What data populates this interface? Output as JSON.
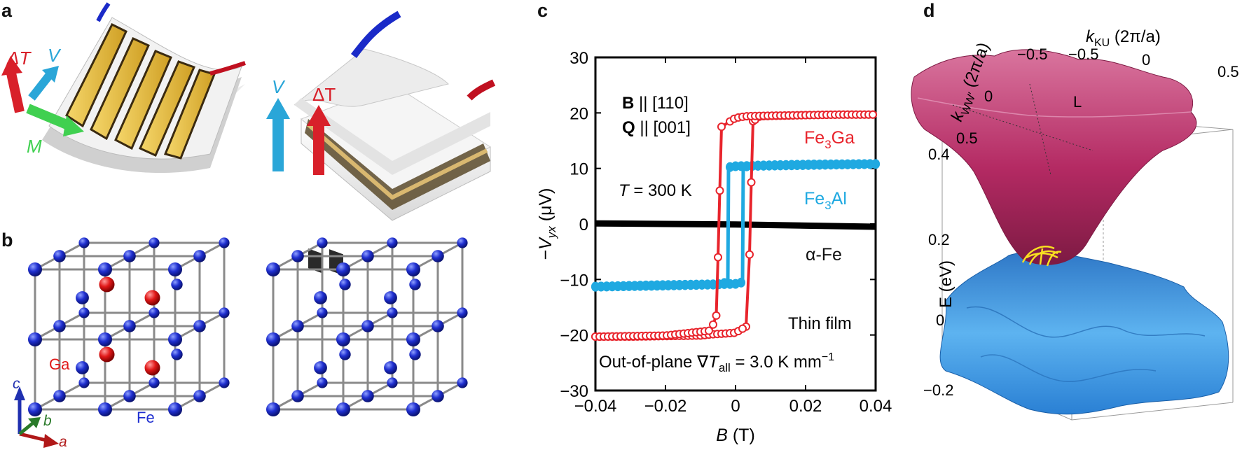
{
  "panels": {
    "a": {
      "letter": "a",
      "left_labels": {
        "dT": "ΔT",
        "V": "V",
        "M": "M"
      },
      "right_labels": {
        "V": "V",
        "dT": "ΔT"
      }
    },
    "b": {
      "letter": "b",
      "atom_labels": {
        "ga": "Ga",
        "fe": "Fe"
      },
      "axes": {
        "a": "a",
        "b": "b",
        "c": "c"
      }
    },
    "c": {
      "letter": "c"
    },
    "d": {
      "letter": "d",
      "axis_k_ku": "k",
      "axis_k_ku_sub": "KU",
      "axis_k_ku_unit": " (2π/a)",
      "axis_k_ww": "k",
      "axis_k_ww_sub": "WW′",
      "axis_k_ww_unit": " (2π/a)",
      "k_ku_ticks": [
        "−0.5",
        "0",
        "0.5"
      ],
      "k_ww_ticks": [
        "−0.5",
        "0",
        "0.5"
      ],
      "e_ticks": [
        "0.4",
        "0.2",
        "0",
        "−0.2"
      ],
      "e_label": "E (eV)",
      "point_label": "L"
    }
  },
  "colors": {
    "fe3ga": "#e8242c",
    "fe3al": "#1fa9e1",
    "alpha_fe": "#000000",
    "fe_atom": "#1f2fd0",
    "ga_atom": "#e01818",
    "gold": "#e9c23f",
    "surface_upper": "#c03470",
    "surface_lower": "#3d9de0"
  },
  "chart_data": {
    "type": "line",
    "xlabel": "B (T)",
    "ylabel": "−V_yx (μV)",
    "xlim": [
      -0.04,
      0.04
    ],
    "ylim": [
      -30,
      30
    ],
    "x_ticks": [
      -0.04,
      -0.02,
      0,
      0.02,
      0.04
    ],
    "x_tick_labels": [
      "−0.04",
      "−0.02",
      "0",
      "0.02",
      "0.04"
    ],
    "y_ticks": [
      -30,
      -20,
      -10,
      0,
      10,
      20,
      30
    ],
    "y_tick_labels": [
      "−30",
      "−20",
      "−10",
      "0",
      "10",
      "20",
      "30"
    ],
    "grid": false,
    "annotations": {
      "b_dir": "B || [110]",
      "q_dir": "Q || [001]",
      "temp": "T = 300 K",
      "film": "Thin film",
      "gradient": "Out-of-plane ∇T_all = 3.0 K mm⁻¹"
    },
    "series": [
      {
        "name": "Fe3Ga",
        "label_main": "Fe",
        "label_sub": "3",
        "label_tail": "Ga",
        "style": "open-circles",
        "sweep_up": {
          "x": [
            -0.04,
            -0.03,
            -0.02,
            -0.01,
            -0.007,
            0.0,
            0.003,
            0.004,
            0.0045,
            0.005,
            0.007,
            0.02,
            0.03,
            0.04
          ],
          "y": [
            -20.3,
            -20.3,
            -20.2,
            -20.1,
            -19.9,
            -19.6,
            -18.5,
            -5.5,
            7.5,
            18.5,
            19.4,
            19.6,
            19.7,
            19.7
          ]
        },
        "sweep_down": {
          "x": [
            0.04,
            0.03,
            0.02,
            0.01,
            0.003,
            0.0,
            -0.004,
            -0.0045,
            -0.005,
            -0.0055,
            -0.007,
            -0.02,
            -0.04
          ],
          "y": [
            19.7,
            19.7,
            19.6,
            19.5,
            19.4,
            19.1,
            17.5,
            6.0,
            -6.0,
            -16.5,
            -19.2,
            -20.1,
            -20.3
          ]
        }
      },
      {
        "name": "Fe3Al",
        "label_main": "Fe",
        "label_sub": "3",
        "label_tail": "Al",
        "style": "filled-markers",
        "sweep_up": {
          "x": [
            -0.04,
            -0.02,
            0.0,
            0.002,
            0.0022,
            0.005,
            0.02,
            0.04
          ],
          "y": [
            -11.3,
            -11.0,
            -10.8,
            -10.5,
            10.3,
            10.5,
            10.7,
            10.8
          ]
        },
        "sweep_down": {
          "x": [
            0.04,
            0.02,
            0.0,
            -0.002,
            -0.0022,
            -0.005,
            -0.02,
            -0.04
          ],
          "y": [
            10.8,
            10.6,
            10.4,
            10.2,
            -10.5,
            -10.9,
            -11.1,
            -11.3
          ]
        }
      },
      {
        "name": "α-Fe",
        "label_main": "α-Fe",
        "style": "thick-line",
        "x": [
          -0.04,
          -0.02,
          0.0,
          0.02,
          0.04
        ],
        "y": [
          0.1,
          0.0,
          -0.1,
          -0.3,
          -0.5
        ]
      }
    ]
  }
}
